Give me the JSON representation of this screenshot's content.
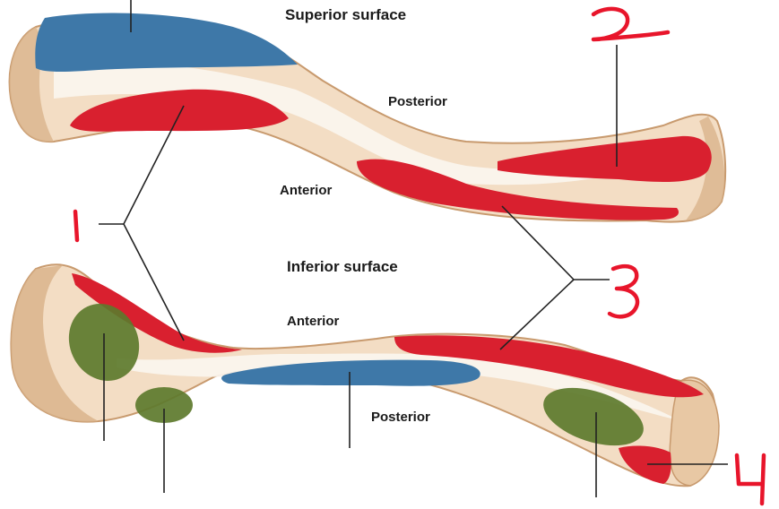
{
  "labels": {
    "superior_surface": "Superior surface",
    "inferior_surface": "Inferior surface",
    "posterior_top": "Posterior",
    "anterior_top": "Anterior",
    "anterior_bottom": "Anterior",
    "posterior_bottom": "Posterior"
  },
  "numbers": {
    "n1": "1",
    "n2": "2",
    "n3": "3",
    "n4": "4"
  },
  "colors": {
    "bone": "#f3ddc4",
    "bone_shade": "#d9b48c",
    "bone_highlight": "#fbf6f0",
    "muscle_red": "#d9202f",
    "muscle_blue": "#3e78a8",
    "muscle_green": "#5d7a2d",
    "annotation_red": "#e8152b"
  }
}
